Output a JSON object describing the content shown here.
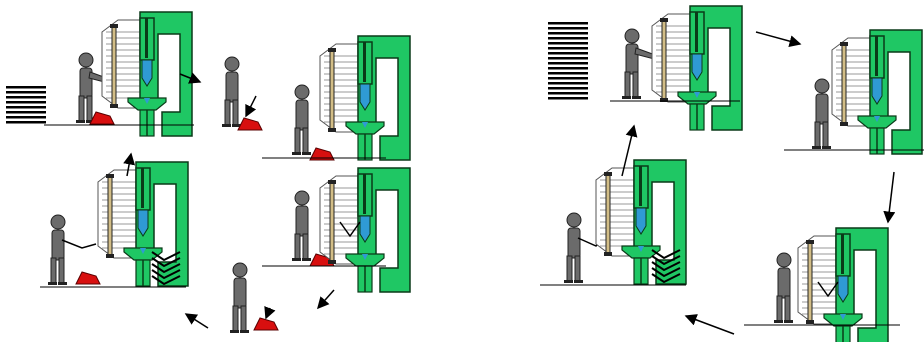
{
  "diagram": {
    "left_panel": {
      "label": "",
      "stations": [
        "press-with-stack",
        "worker-pedal",
        "press-pedal",
        "press-bend",
        "worker-pedal-bottom",
        "press-output"
      ]
    },
    "right_panel": {
      "label": "",
      "stations": [
        "press-with-stack",
        "press-right",
        "press-bend",
        "press-output"
      ]
    }
  },
  "colors": {
    "machine_green": "#1fc764",
    "machine_outline": "#0a3a18",
    "worker_gray": "#6b6b6b",
    "pedal_red": "#d80f0f",
    "punch_blue": "#2f9ad4",
    "ruler_tan": "#d2bd86",
    "ink": "#000000"
  },
  "icons": [
    "worker-icon",
    "press-brake-icon",
    "foot-pedal-icon",
    "sheet-stack-icon",
    "bent-parts-icon",
    "flow-arrow-icon"
  ]
}
